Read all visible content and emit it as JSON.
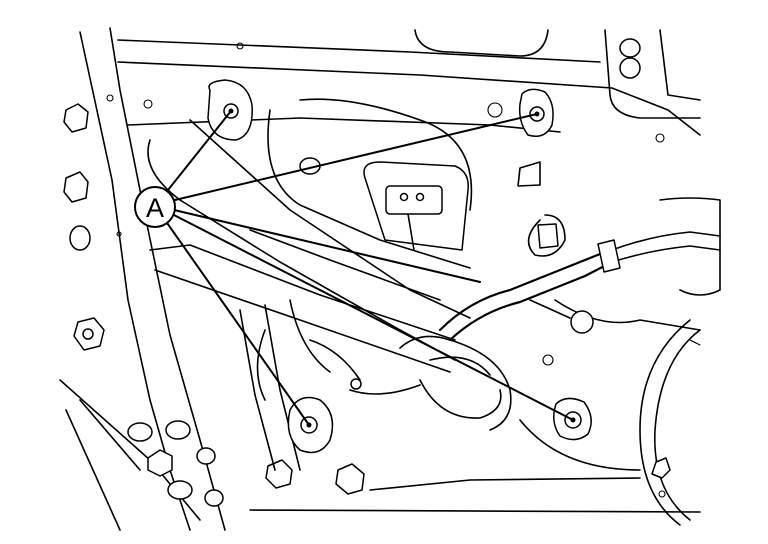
{
  "diagram": {
    "callouts": [
      {
        "label": "A",
        "points_to": [
          "bolt-upper-left",
          "bolt-upper-right",
          "bolt-lower-left",
          "bolt-lower-right"
        ]
      }
    ]
  }
}
